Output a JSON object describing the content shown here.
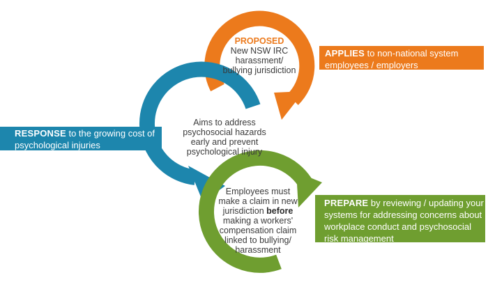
{
  "colors": {
    "orange": "#ec7a1c",
    "blue": "#1d86ad",
    "green": "#6f9e30",
    "text": "#3a3a3a"
  },
  "applies": {
    "keyword": "APPLIES",
    "text": " to non-national system employees / employers"
  },
  "response": {
    "keyword": "RESPONSE",
    "text": " to the growing cost of psychological injuries"
  },
  "prepare": {
    "keyword": "PREPARE",
    "text": " by reviewing / updating your systems for addressing concerns about workplace conduct and psychosocial risk management"
  },
  "orange_circle": {
    "heading": "PROPOSED",
    "lines": [
      "New NSW IRC",
      "harassment/",
      "bullying jurisdiction"
    ]
  },
  "blue_circle": {
    "lines": [
      "Aims to address",
      "psychosocial hazards",
      "early and prevent",
      "psychological injury"
    ]
  },
  "green_circle": {
    "line1": "Employees must",
    "line2": "make a claim in new",
    "line3_pre": "jurisdiction ",
    "line3_bold": "before",
    "line4": "making a workers'",
    "line5": "compensation claim",
    "line6": "linked to bullying/",
    "line7": "harassment"
  }
}
